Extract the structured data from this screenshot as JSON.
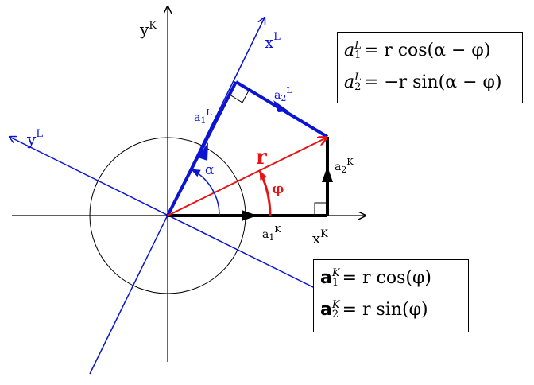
{
  "axes": {
    "xK": {
      "base": "x",
      "sup": "K"
    },
    "yK": {
      "base": "y",
      "sup": "K"
    },
    "xL": {
      "base": "x",
      "sup": "L"
    },
    "yL": {
      "base": "y",
      "sup": "L"
    }
  },
  "vectors": {
    "r": {
      "label": "r"
    },
    "a1L": {
      "base": "a",
      "sub": "1",
      "sup": "L"
    },
    "a2L": {
      "base": "a",
      "sub": "2",
      "sup": "L"
    },
    "a1K": {
      "base": "a",
      "sub": "1",
      "sup": "K"
    },
    "a2K": {
      "base": "a",
      "sub": "2",
      "sup": "K"
    }
  },
  "angles": {
    "alpha": "α",
    "phi": "φ"
  },
  "formulas_L": [
    {
      "base": "a",
      "sub": "1",
      "sup": "L",
      "rhs": "=  r cos(α − φ)"
    },
    {
      "base": "a",
      "sub": "2",
      "sup": "L",
      "rhs": "= −r sin(α − φ)"
    }
  ],
  "formulas_K": [
    {
      "base": "a",
      "sub": "1",
      "sup": "K",
      "rhs": "=  r cos(φ)"
    },
    {
      "base": "a",
      "sub": "2",
      "sup": "K",
      "rhs": "=  r sin(φ)"
    }
  ],
  "colors": {
    "black": "#000000",
    "blue": "#0a14d2",
    "red": "#e61414"
  }
}
